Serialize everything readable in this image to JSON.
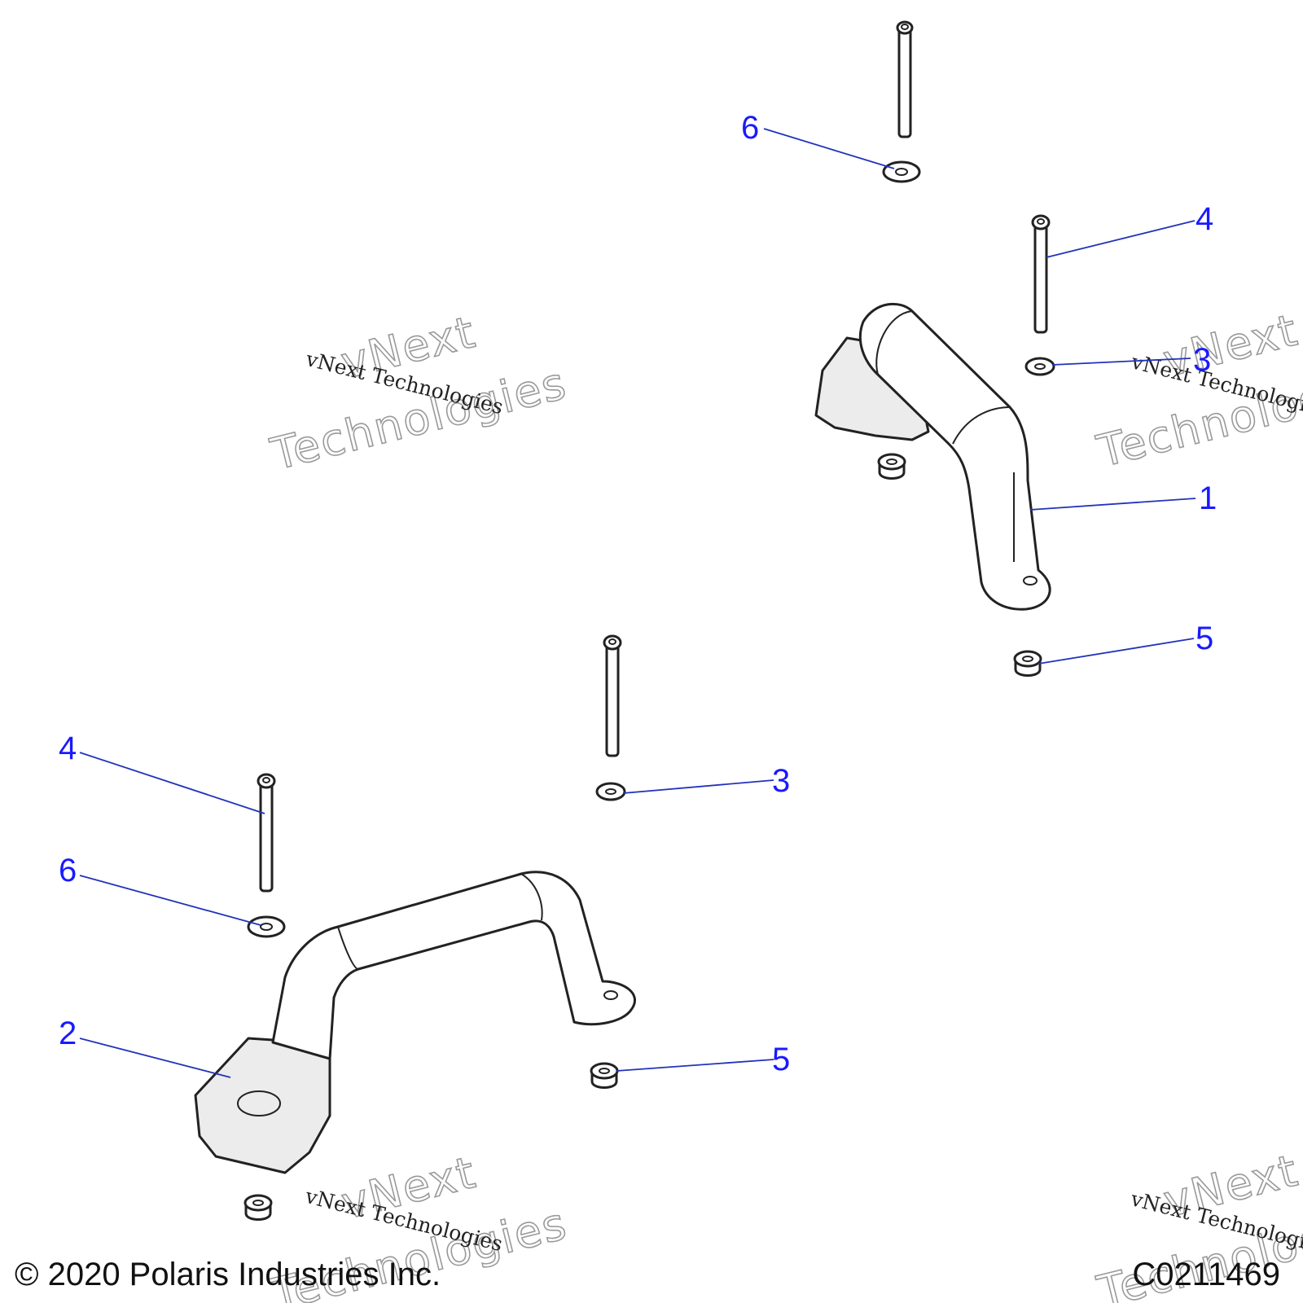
{
  "callouts": {
    "top_6": "6",
    "top_4": "4",
    "top_3": "3",
    "top_1": "1",
    "top_5": "5",
    "bottom_4": "4",
    "bottom_6": "6",
    "bottom_3": "3",
    "bottom_2": "2",
    "bottom_5": "5"
  },
  "watermark": {
    "brand_line1": "vNext",
    "brand_line2": "Technologies",
    "caption": "vNext Technologies"
  },
  "footer": {
    "copyright": "© 2020 Polaris Industries Inc.",
    "drawing_id": "C0211469"
  },
  "colors": {
    "callout": "#1a1aff",
    "leader": "#2233bb",
    "watermark_outline": "#9a9a9a"
  }
}
